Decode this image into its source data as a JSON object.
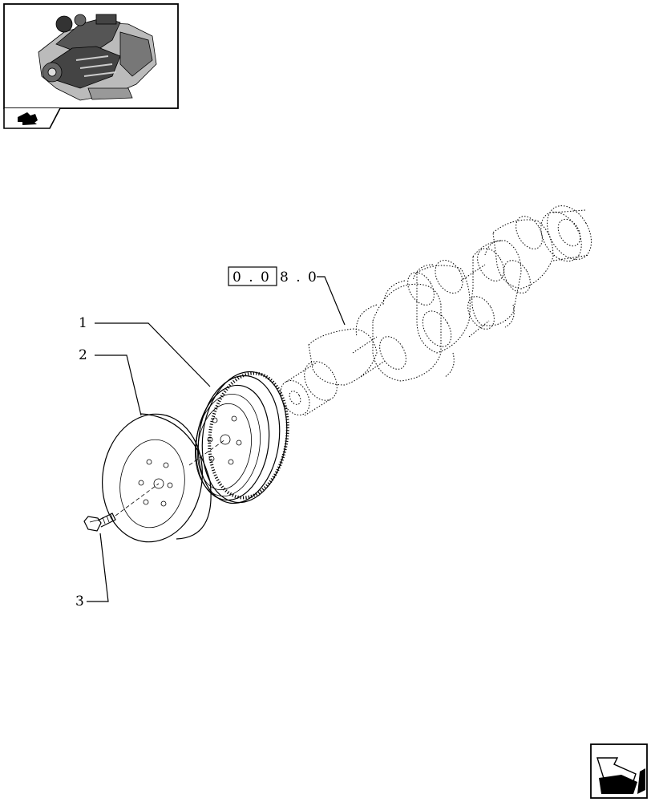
{
  "callouts": [
    {
      "id": "1",
      "label": "1"
    },
    {
      "id": "2",
      "label": "2"
    },
    {
      "id": "3",
      "label": "3"
    }
  ],
  "reference": {
    "boxed": "0 . 0",
    "rest": "8 . 0"
  },
  "icons": {
    "thumbnail": "engine-thumbnail-icon",
    "section": "section-arrow-icon",
    "next": "next-page-arrow-icon"
  },
  "colors": {
    "line": "#000000",
    "background": "#ffffff"
  }
}
